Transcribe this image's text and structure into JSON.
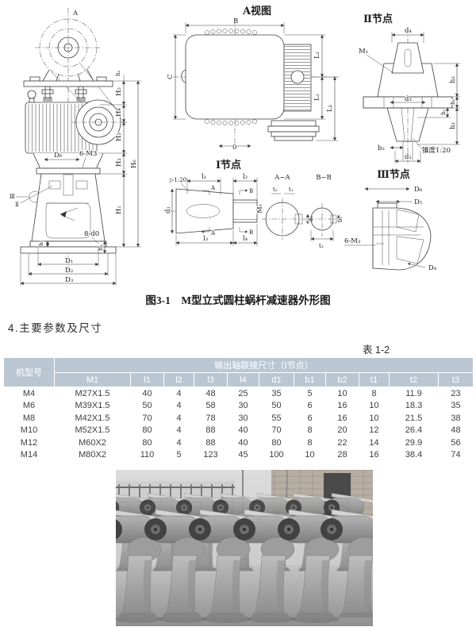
{
  "page": {
    "figure_caption": "图3-1　M型立式圆柱蜗杆减速器外形图",
    "section_heading": "4.主要参数及尺寸",
    "table_label": "表 1-2"
  },
  "drawings": {
    "front_view": {
      "labels": {
        "A": "A",
        "node2": "Ⅱ",
        "node3": "Ⅲ",
        "d6": "D₆",
        "bolts": "6-M3",
        "holes": "8-d0",
        "h2": "h₂",
        "H5": "H₅",
        "H4": "H₄",
        "H3": "H₃",
        "H2": "H₂",
        "H1": "H₁",
        "H6": "H₆",
        "h5": "h₅",
        "h4": "h₄",
        "D1": "D₁",
        "D2": "D₂",
        "D3": "D₃"
      }
    },
    "view_a": {
      "title": "A视图",
      "labels": {
        "B": "B",
        "C": "C",
        "L1a": "L₁",
        "L1b": "L₁",
        "L2": "L₂",
        "zero": "0"
      }
    },
    "node1": {
      "title": "Ⅰ节点",
      "labels": {
        "taper": "▷1:20",
        "l1": "l₁",
        "l2": "l₂",
        "l3": "l₃",
        "l4": "l₄",
        "d1": "d₁",
        "M1": "M₁",
        "A": "A",
        "B": "B",
        "secAA": "A−A",
        "secBB": "B−B",
        "t2": "t₂",
        "t1": "t₁",
        "b2": "b₂",
        "b1": "b₁",
        "t3": "t₃"
      }
    },
    "node2": {
      "title": "Ⅱ节点",
      "labels": {
        "d4": "d₄",
        "M1": "M₁",
        "h2a": "h₂",
        "h1a": "h₁",
        "h1b": "h₁",
        "h2b": "h₂",
        "d3": "d₃",
        "b2": "b₂",
        "d1": "d₁",
        "taper": "锥度1:20"
      }
    },
    "node3": {
      "title": "Ⅲ节点",
      "labels": {
        "D6": "D₆",
        "D5": "D₅",
        "bolts": "6-M₃",
        "D4": "D₄"
      }
    }
  },
  "table": {
    "header_bg": "#bac7d3",
    "col0_header": "机型号",
    "group_header": "输出轴联接尺寸（Ⅰ节点）",
    "columns": [
      "M1",
      "l1",
      "l2",
      "l3",
      "l4",
      "d1",
      "b1",
      "b2",
      "t1",
      "t2",
      "t3"
    ],
    "rows": [
      [
        "M4",
        "M27X1.5",
        "40",
        "4",
        "48",
        "25",
        "35",
        "5",
        "10",
        "8",
        "11.9",
        "23"
      ],
      [
        "M6",
        "M39X1.5",
        "50",
        "4",
        "58",
        "30",
        "50",
        "6",
        "16",
        "10",
        "18.3",
        "35"
      ],
      [
        "M8",
        "M42X1.5",
        "70",
        "4",
        "78",
        "30",
        "55",
        "6",
        "16",
        "10",
        "21.5",
        "38"
      ],
      [
        "M10",
        "M52X1.5",
        "80",
        "4",
        "88",
        "40",
        "70",
        "8",
        "20",
        "12",
        "26.4",
        "48"
      ],
      [
        "M12",
        "M60X2",
        "80",
        "4",
        "88",
        "40",
        "80",
        "8",
        "22",
        "14",
        "29.9",
        "56"
      ],
      [
        "M14",
        "M80X2",
        "110",
        "5",
        "123",
        "45",
        "100",
        "10",
        "28",
        "16",
        "38.4",
        "74"
      ]
    ]
  },
  "photo": {
    "subject": "factory-floor-rows-of-assembled-worm-gear-reducers"
  }
}
